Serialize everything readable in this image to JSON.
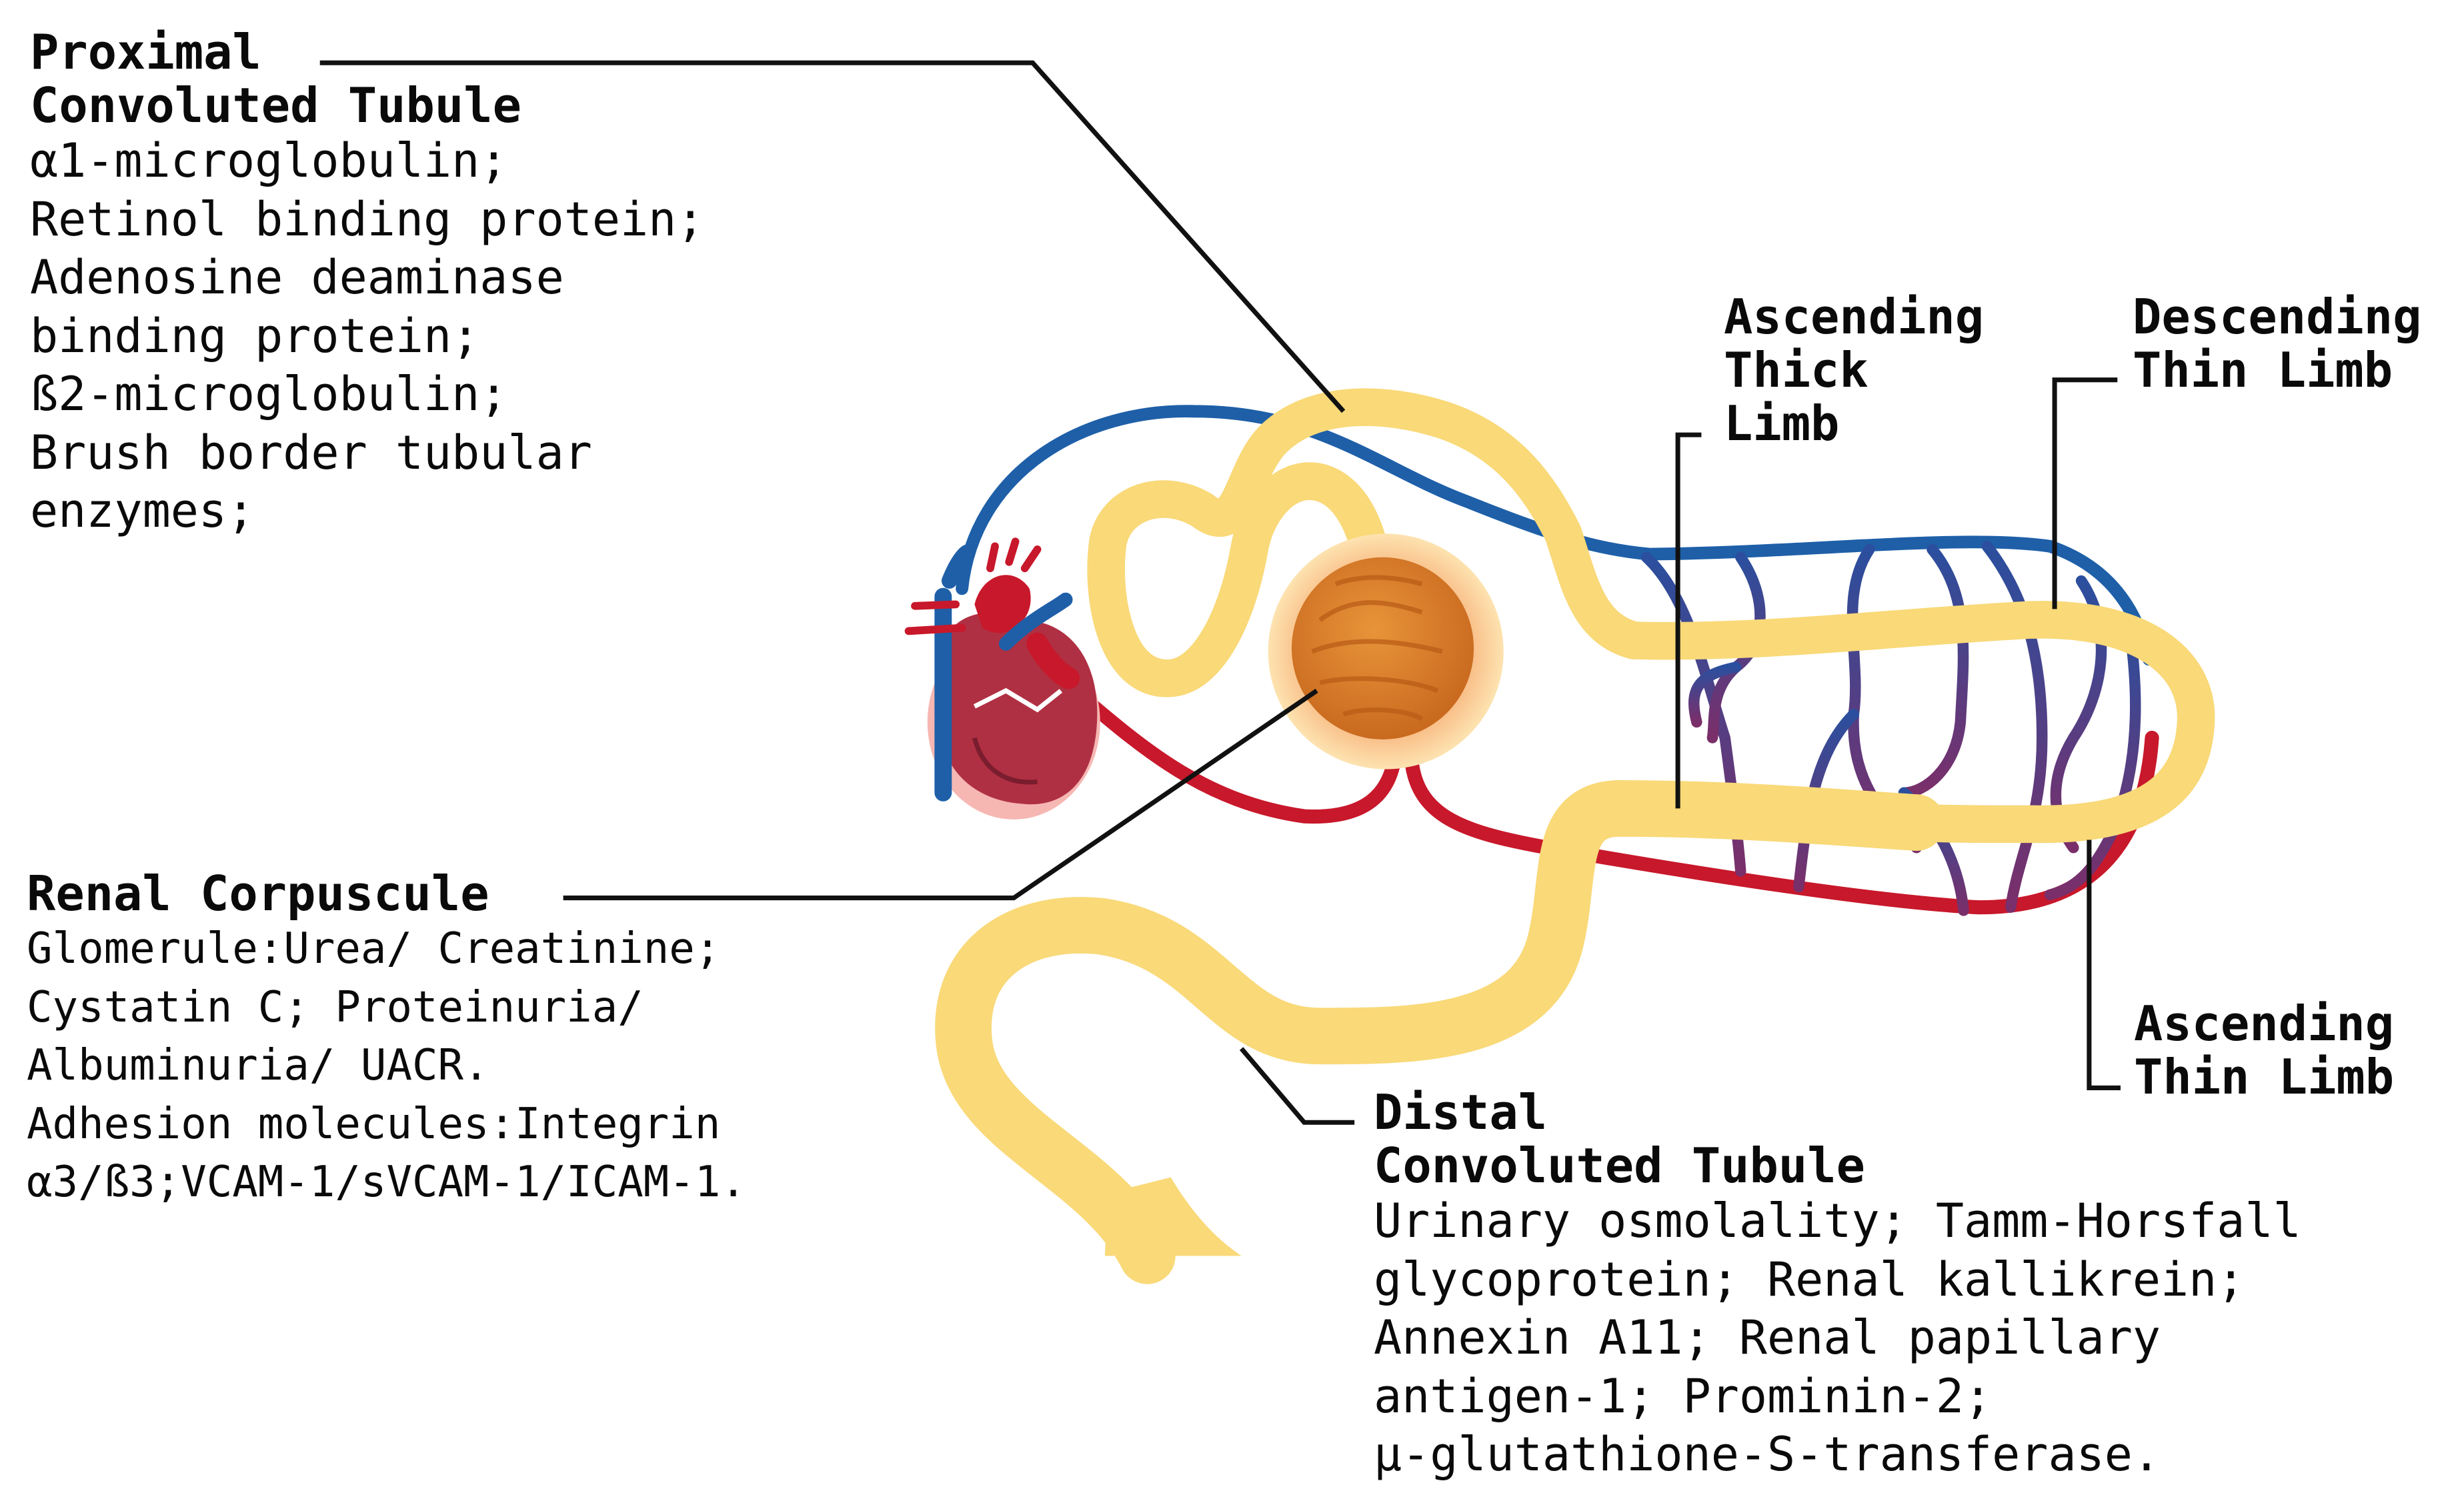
{
  "labels": {
    "proximal": {
      "title": "Proximal\nConvoluted Tubule",
      "items": [
        "α1-microglobulin;",
        "Retinol binding protein;",
        "Adenosine deaminase",
        "binding protein;",
        "ß2-microglobulin;",
        "Brush border tubular",
        "enzymes;"
      ]
    },
    "renal_corpuscule": {
      "title": "Renal Corpuscule",
      "items": [
        "Glomerule:Urea/ Creatinine;",
        "Cystatin C; Proteinuria/",
        "Albuminuria/ UACR.",
        "Adhesion molecules:Integrin",
        "α3/ß3;VCAM-1/sVCAM-1/ICAM-1."
      ]
    },
    "ascending_thick_limb": {
      "title": "Ascending\nThick\nLimb"
    },
    "descending_thin_limb": {
      "title": "Descending\nThin Limb"
    },
    "ascending_thin_limb": {
      "title": "Ascending\nThin Limb"
    },
    "distal": {
      "title": "Distal\nConvoluted Tubule",
      "items": [
        "Urinary osmolality; Tamm-Horsfall",
        "glycoprotein; Renal kallikrein;",
        "Annexin A11; Renal papillary",
        "antigen-1; Prominin-2;",
        "μ-glutathione-S-transferase."
      ]
    }
  },
  "colors": {
    "tubule": "#f9d978",
    "artery": "#cc1a2b",
    "vein": "#1e5fa8",
    "capillary_mix": "#6a3a7e",
    "glomerulus": "#e0872e",
    "glomerulus_halo": "#f7b37b",
    "heart": "#b03043",
    "leader_line": "#111111"
  },
  "icons": [
    "heart-icon",
    "glomerulus-icon"
  ]
}
